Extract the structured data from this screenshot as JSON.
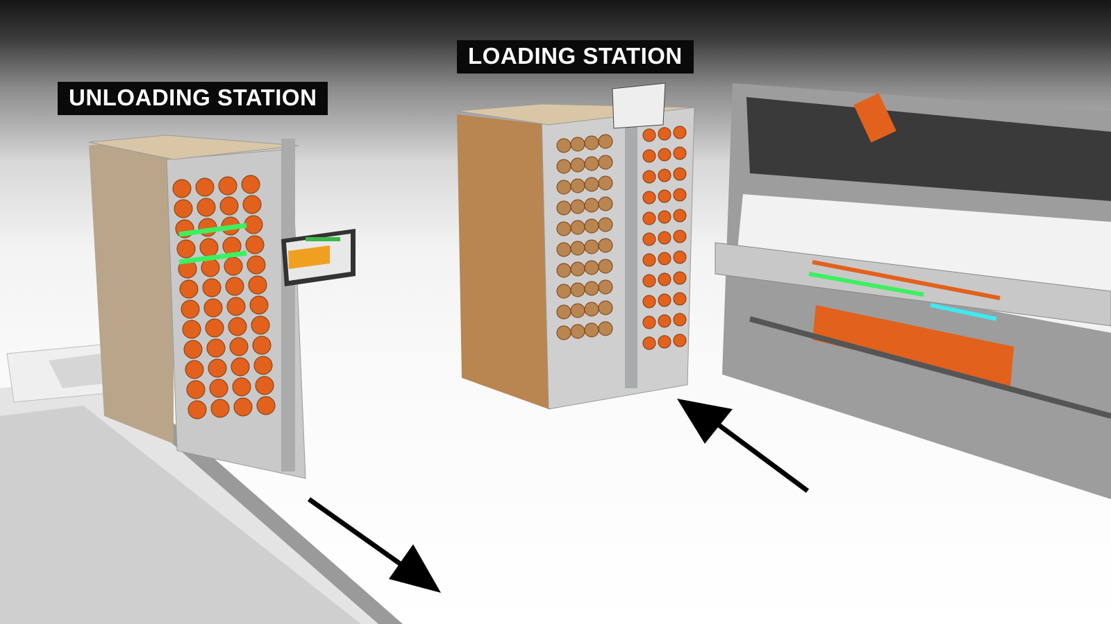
{
  "labels": {
    "unloading": "UNLOADING STATION",
    "loading": "LOADING STATION"
  },
  "colors": {
    "tube_orange": "#e2611c",
    "core_brown": "#b98550",
    "led_green": "#3cf060",
    "led_cyan": "#40e8f0",
    "frame": "#a9abad",
    "label_bg": "#0a0a0a",
    "arrow": "#000000"
  },
  "icons": [
    "arrow-out-icon",
    "arrow-in-icon",
    "touchscreen-panel"
  ]
}
